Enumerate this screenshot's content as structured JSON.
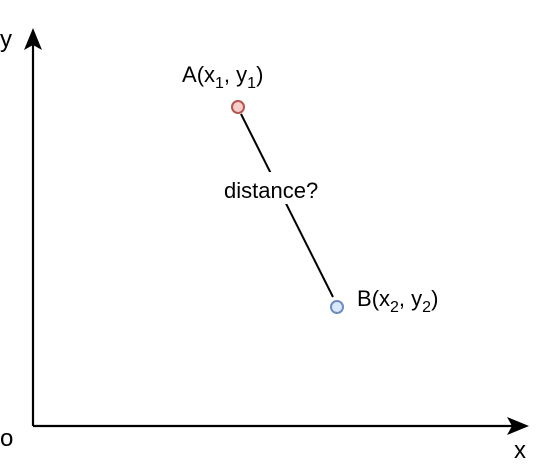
{
  "axes": {
    "y_label": "y",
    "x_label": "x",
    "origin_label": "o"
  },
  "points": {
    "a": {
      "name": "A",
      "open": "(x",
      "sub1": "1",
      "sep": ", y",
      "sub2": "1",
      "close": ")"
    },
    "b": {
      "name": "B",
      "open": "(x",
      "sub1": "2",
      "sep": ", y",
      "sub2": "2",
      "close": ")"
    }
  },
  "segment_label": "distance?",
  "colors": {
    "point_a_fill": "#f8cecc",
    "point_a_stroke": "#b85450",
    "point_b_fill": "#dae8fc",
    "point_b_stroke": "#6c8ebf"
  }
}
